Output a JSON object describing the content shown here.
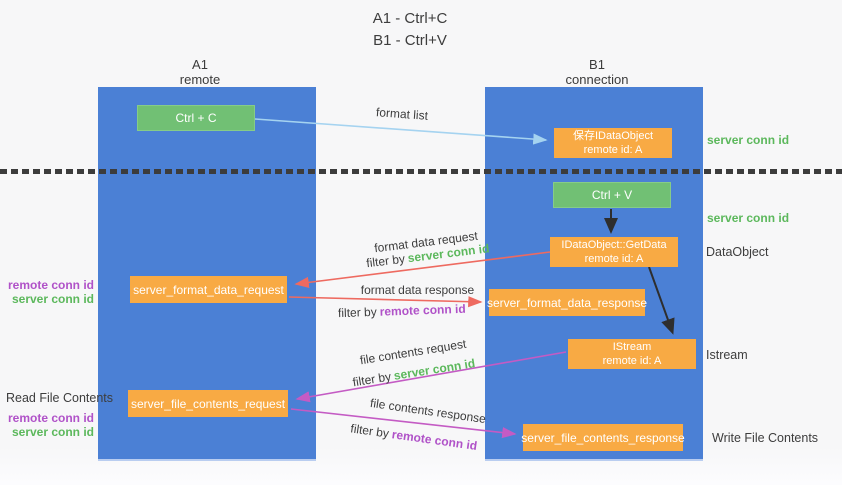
{
  "title": {
    "line1": "A1 - Ctrl+C",
    "line2": "B1 - Ctrl+V"
  },
  "lanes": {
    "left": {
      "name_line1": "A1",
      "name_line2": "remote"
    },
    "right": {
      "name_line1": "B1",
      "name_line2": "connection"
    }
  },
  "boxes": {
    "ctrl_c": {
      "label": "Ctrl + C"
    },
    "save_idataobject": {
      "line1": "保存IDataObject",
      "line2": "remote id: A"
    },
    "ctrl_v": {
      "label": "Ctrl + V"
    },
    "idataobject_getdata": {
      "line1": "IDataObject::GetData",
      "line2": "remote id: A"
    },
    "server_format_data_request": {
      "label": "server_format_data_request"
    },
    "server_format_data_response": {
      "label": "server_format_data_response"
    },
    "istream": {
      "line1": "IStream",
      "line2": "remote id: A"
    },
    "server_file_contents_request": {
      "label": "server_file_contents_request"
    },
    "server_file_contents_response": {
      "label": "server_file_contents_response"
    }
  },
  "arrows": {
    "format_list": {
      "label": "format list"
    },
    "format_data_request": {
      "label": "format data request",
      "filter_prefix": "filter by",
      "filter_value": "server conn id"
    },
    "format_data_response": {
      "label": "format data response",
      "filter_prefix": "filter by",
      "filter_value": "remote conn id"
    },
    "file_contents_request": {
      "label": "file contents request",
      "filter_prefix": "filter by",
      "filter_value": "server conn id"
    },
    "file_contents_response": {
      "label": "file contents response",
      "filter_prefix": "filter by",
      "filter_value": "remote conn id"
    }
  },
  "side_labels": {
    "server_conn_id_top": "server conn id",
    "server_conn_id_mid": "server conn id",
    "dataobject": "DataObject",
    "istream": "Istream",
    "read_file_contents": "Read File Contents",
    "write_file_contents": "Write File Contents",
    "left_top_remote_conn_id": "remote conn id",
    "left_top_server_conn_id": "server conn id",
    "left_bottom_remote_conn_id": "remote conn id",
    "left_bottom_server_conn_id": "server conn id"
  },
  "colors": {
    "lane_blue": "#4b80d5",
    "box_green": "#71c074",
    "box_orange": "#f8aa44",
    "arrow_light_blue": "#a5d3f0",
    "arrow_red": "#ee6a60",
    "arrow_magenta": "#c45bc4",
    "arrow_black": "#2e2e2e",
    "conn_id_green": "#5cb85c",
    "conn_id_purple": "#b052c8",
    "text_dark": "#3d3d3d"
  }
}
